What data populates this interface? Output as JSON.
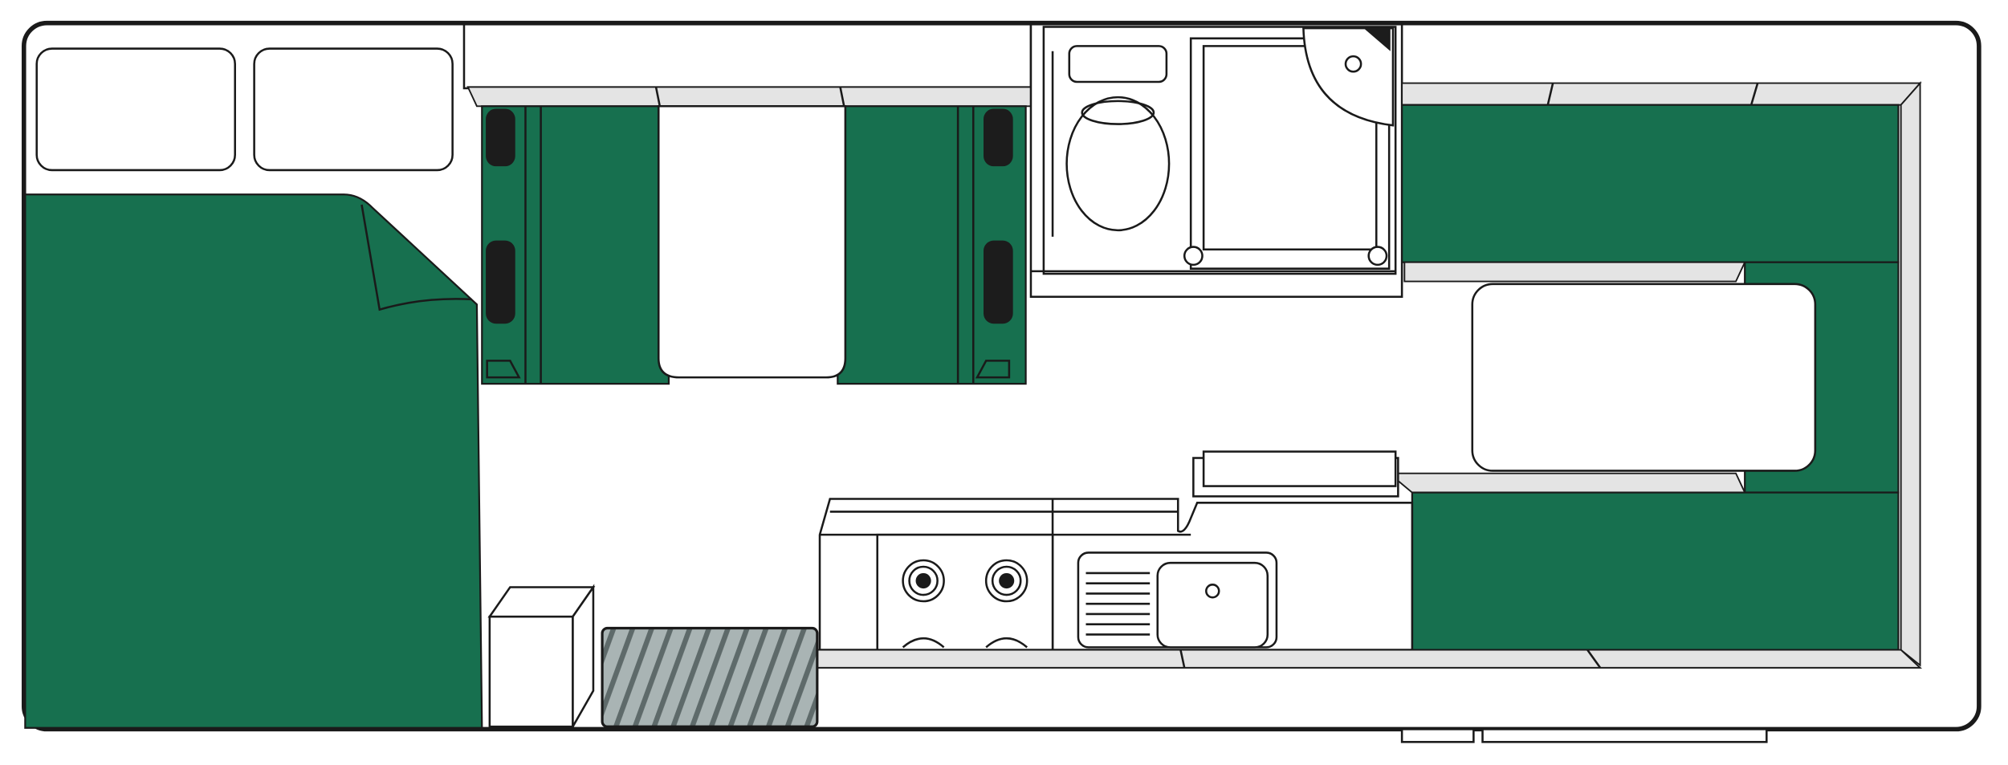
{
  "diagram": {
    "kind": "campervan-floor-plan",
    "colors": {
      "upholstery": "#17704f",
      "outline": "#1a1a1a",
      "background": "#ffffff",
      "countertop": "#e4e4e4",
      "floor_mat": "#a9b4b4",
      "mat_stripe": "#5e6a6a",
      "bolster": "#1c1c1c"
    },
    "zones": [
      {
        "id": "cab-seats",
        "icon": "seat-icon"
      },
      {
        "id": "rear-bed",
        "icon": "bed-icon"
      },
      {
        "id": "dinette",
        "icon": "table-icon"
      },
      {
        "id": "bathroom",
        "icon": "toilet-icon"
      },
      {
        "id": "shower",
        "icon": "shower-icon"
      },
      {
        "id": "kitchen",
        "icon": "stove-icon"
      },
      {
        "id": "sink",
        "icon": "sink-icon"
      },
      {
        "id": "lounge",
        "icon": "sofa-icon"
      }
    ]
  }
}
